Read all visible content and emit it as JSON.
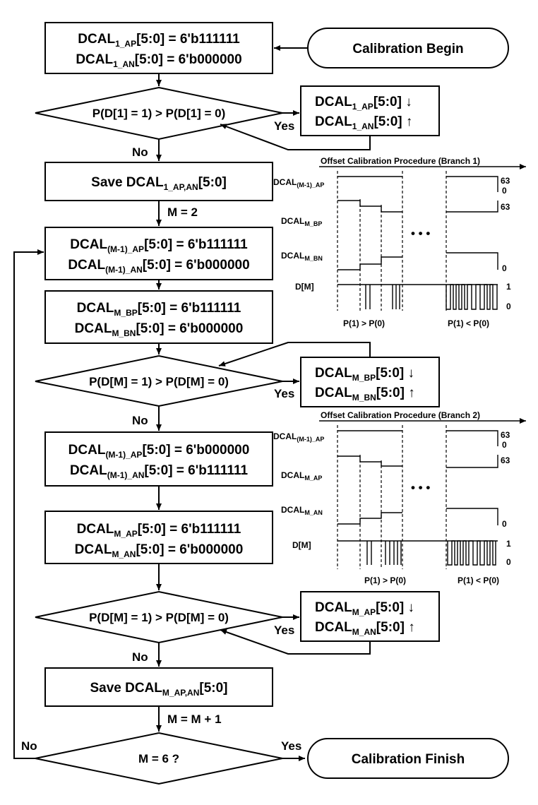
{
  "start": "Calibration Begin",
  "finish": "Calibration Finish",
  "init1": {
    "l1": {
      "pre": "DCAL",
      "sub": "1_AP",
      "post": "[5:0] = 6'b111111"
    },
    "l2": {
      "pre": "DCAL",
      "sub": "1_AN",
      "post": "[5:0] = 6'b000000"
    }
  },
  "dec1": "P(D[1] = 1) > P(D[1] = 0)",
  "adj1": {
    "l1": {
      "pre": "DCAL",
      "sub": "1_AP",
      "post": "[5:0] ↓"
    },
    "l2": {
      "pre": "DCAL",
      "sub": "1_AN",
      "post": "[5:0] ↑"
    }
  },
  "save1": {
    "pre": "Save DCAL",
    "sub": "1_AP,AN",
    "post": "[5:0]"
  },
  "m_eq_2": "M = 2",
  "set_prev1": {
    "l1": {
      "pre": "DCAL",
      "sub": "(M-1)_AP",
      "post": "[5:0] = 6'b111111"
    },
    "l2": {
      "pre": "DCAL",
      "sub": "(M-1)_AN",
      "post": "[5:0] = 6'b000000"
    }
  },
  "init_b": {
    "l1": {
      "pre": "DCAL",
      "sub": "M_BP",
      "post": "[5:0] = 6'b111111"
    },
    "l2": {
      "pre": "DCAL",
      "sub": "M_BN",
      "post": "[5:0] = 6'b000000"
    }
  },
  "dec2": "P(D[M] = 1) > P(D[M] = 0)",
  "adj2": {
    "l1": {
      "pre": "DCAL",
      "sub": "M_BP",
      "post": "[5:0] ↓"
    },
    "l2": {
      "pre": "DCAL",
      "sub": "M_BN",
      "post": "[5:0] ↑"
    }
  },
  "set_prev2": {
    "l1": {
      "pre": "DCAL",
      "sub": "(M-1)_AP",
      "post": "[5:0] = 6'b000000"
    },
    "l2": {
      "pre": "DCAL",
      "sub": "(M-1)_AN",
      "post": "[5:0] = 6'b111111"
    }
  },
  "init_a": {
    "l1": {
      "pre": "DCAL",
      "sub": "M_AP",
      "post": "[5:0] = 6'b111111"
    },
    "l2": {
      "pre": "DCAL",
      "sub": "M_AN",
      "post": "[5:0] = 6'b000000"
    }
  },
  "dec3": "P(D[M] = 1) > P(D[M] = 0)",
  "adj3": {
    "l1": {
      "pre": "DCAL",
      "sub": "M_AP",
      "post": "[5:0] ↓"
    },
    "l2": {
      "pre": "DCAL",
      "sub": "M_AN",
      "post": "[5:0] ↑"
    }
  },
  "save2": {
    "pre": "Save DCAL",
    "sub": "M_AP,AN",
    "post": "[5:0]"
  },
  "m_inc": "M = M + 1",
  "dec4": "M = 6 ?",
  "yes": "Yes",
  "no": "No",
  "branch1": {
    "title": "Offset Calibration Procedure (Branch 1)",
    "sig1": {
      "pre": "DCAL",
      "sub": "(M-1)_AP"
    },
    "sig2": {
      "pre": "DCAL",
      "sub": "M_BP"
    },
    "sig3": {
      "pre": "DCAL",
      "sub": "M_BN"
    },
    "sig4": "D[M]",
    "val63a": "63",
    "val0a": "0",
    "val63b": "63",
    "val0b": "0",
    "val1": "1",
    "val0c": "0",
    "cond1": "P(1) > P(0)",
    "cond2": "P(1) < P(0)",
    "dots": "• • •"
  },
  "branch2": {
    "title": "Offset Calibration Procedure (Branch 2)",
    "sig1": {
      "pre": "DCAL",
      "sub": "(M-1)_AP"
    },
    "sig2": {
      "pre": "DCAL",
      "sub": "M_AP"
    },
    "sig3": {
      "pre": "DCAL",
      "sub": "M_AN"
    },
    "sig4": "D[M]",
    "val63a": "63",
    "val0a": "0",
    "val63b": "63",
    "val0b": "0",
    "val1": "1",
    "val0c": "0",
    "cond1": "P(1) > P(0)",
    "cond2": "P(1) < P(0)",
    "dots": "• • •"
  }
}
